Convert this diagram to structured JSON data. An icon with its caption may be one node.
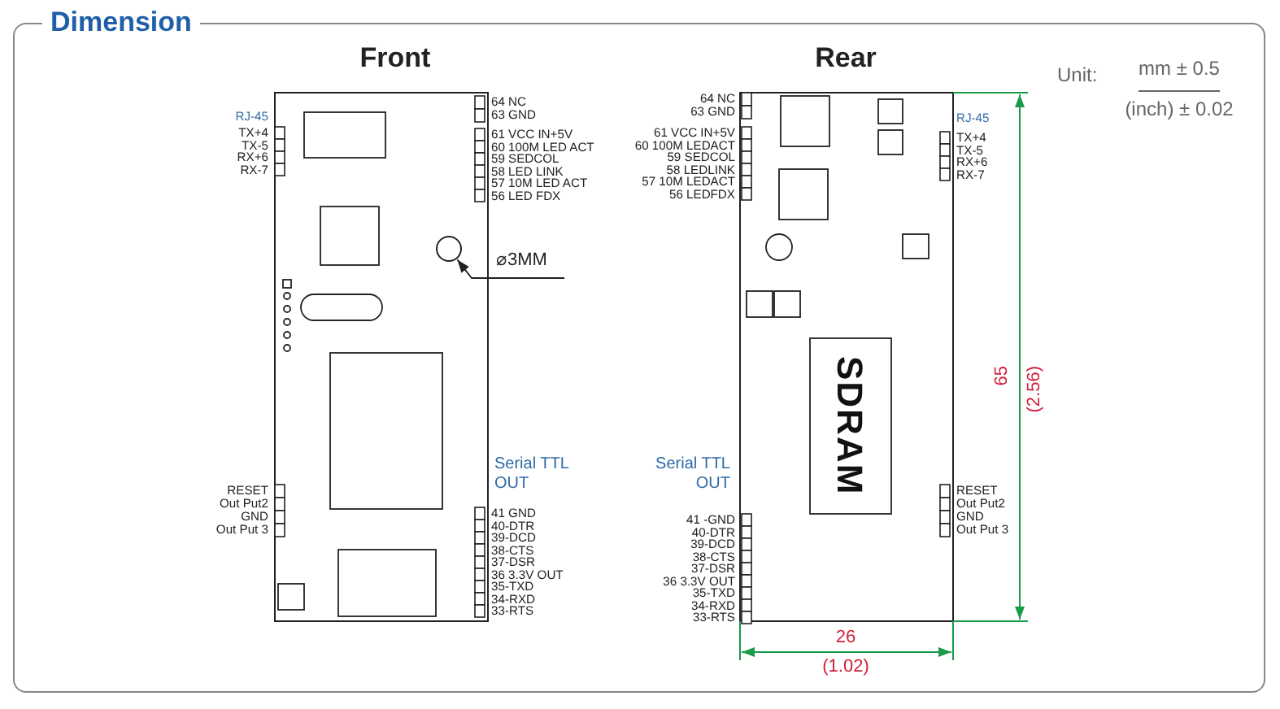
{
  "diagram": {
    "title": "Dimension",
    "nodes": [
      {
        "text": [
          "⌀3MM"
        ]
      },
      {
        "text": [],
        "shape": "circle"
      }
    ],
    "edges": [
      {
        "from": 0,
        "to": 1,
        "arrow": "to"
      }
    ],
    "labels": [
      "Front",
      "Rear",
      "Unit:",
      "mm ± 0.5",
      "(inch) ± 0.02",
      "RJ-45",
      "TX+4",
      "TX-5",
      "RX+6",
      "RX-7",
      "64 NC",
      "63 GND",
      "61 VCC IN+5V",
      "60 100M LED ACT",
      "59 SEDCOL",
      "58 LED LINK",
      "57 10M LED ACT",
      "56 LED FDX",
      "RESET",
      "Out Put2",
      "GND",
      "Out Put 3",
      "Serial TTL OUT",
      "41 GND",
      "40-DTR",
      "39-DCD",
      "38-CTS",
      "37-DSR",
      "36 3.3V OUT",
      "35-TXD",
      "34-RXD",
      "33-RTS",
      "64 NC",
      "63 GND",
      "61 VCC IN+5V",
      "60 100M LEDACT",
      "59 SEDCOL",
      "58 LEDLINK",
      "57 10M LEDACT",
      "56 LEDFDX",
      "RJ-45",
      "TX+4",
      "TX-5",
      "RX+6",
      "RX-7",
      "SDRAM",
      "Serial TTL OUT",
      "RESET",
      "Out Put2",
      "GND",
      "Out Put 3",
      "41 -GND",
      "40-DTR",
      "39-DCD",
      "38-CTS",
      "37-DSR",
      "36 3.3V OUT",
      "35-TXD",
      "34-RXD",
      "33-RTS",
      "65",
      "(2.56)",
      "26",
      "(1.02)"
    ]
  }
}
